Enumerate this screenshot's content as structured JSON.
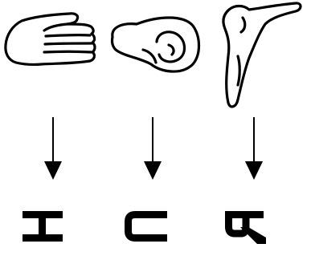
{
  "diagram": {
    "columns": [
      {
        "picture": "hand-icon",
        "glyph": "H",
        "glyph_rotation_deg": 90
      },
      {
        "picture": "ear-icon",
        "glyph": "U",
        "glyph_rotation_deg": 90
      },
      {
        "picture": "foot-icon",
        "glyph": "R",
        "glyph_rotation_deg": 90
      }
    ],
    "colors": {
      "ink": "#000000",
      "background": "#ffffff"
    }
  }
}
